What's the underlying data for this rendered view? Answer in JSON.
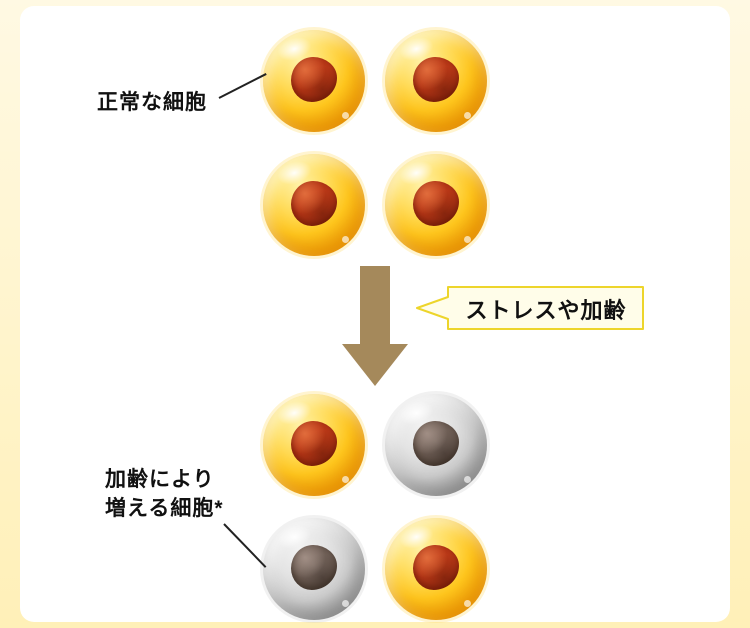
{
  "diagram": {
    "normal_cells_label": "正常な細胞",
    "aging_cells_label": [
      "加齢により",
      "増える細胞*"
    ],
    "callout_label": "ストレスや加齢",
    "top_grid_cells": [
      "gold",
      "gold",
      "gold",
      "gold"
    ],
    "bottom_grid_cells": [
      "gold",
      "gray",
      "gray",
      "gold"
    ]
  },
  "colors": {
    "page_bg_top": "#FFF9E3",
    "page_bg_bottom": "#FFF0B8",
    "panel_bg": "#FFFFFF",
    "arrow": "#A5895B",
    "callout_fill": "#FFFDE9",
    "callout_border": "#EDD52B",
    "text": "#111111",
    "leader_line": "#222222",
    "gold_cell_light": "#FFF2A8",
    "gold_cell_mid": "#FFC81E",
    "gold_cell_dark": "#F29D00",
    "gold_nucleus": "#B53616",
    "gray_cell_light": "#F2F2F2",
    "gray_cell_mid": "#CFCFCF",
    "gray_cell_dark": "#9C9C9C",
    "gray_nucleus": "#6B5B52"
  }
}
